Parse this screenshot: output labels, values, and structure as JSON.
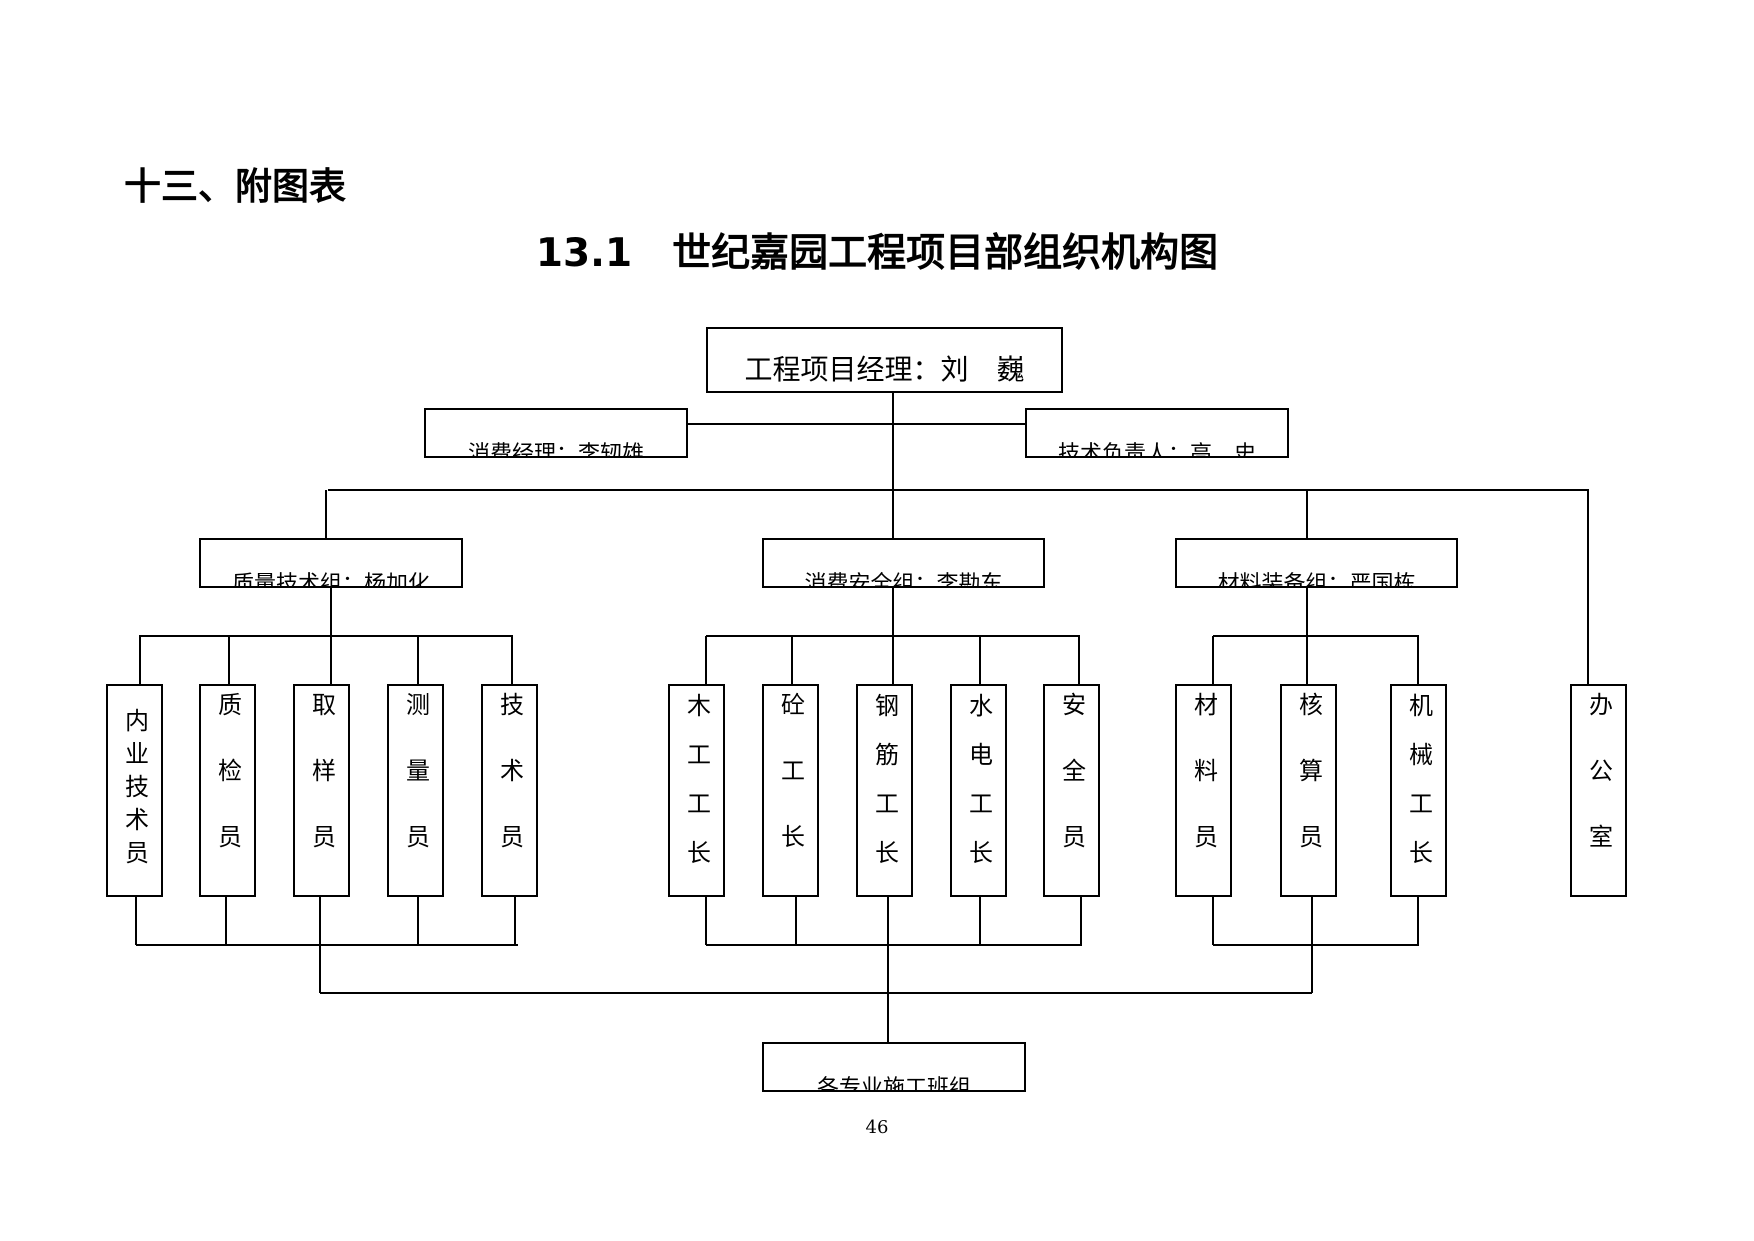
{
  "section_heading": "十三、附图表",
  "chart_title": {
    "number": "13.1",
    "text": "世纪嘉园工程项目部组织机构图"
  },
  "org": {
    "top": "工程项目经理：刘　巍",
    "deputy_left": "消费经理：李轫雄",
    "deputy_right": "技术负责人：高　史",
    "groups": [
      "质量技术组：杨加化",
      "消费安全组：李勘东",
      "材料装备组：严国栋"
    ],
    "quality_staff": [
      "内业技术员",
      "质检员",
      "取样员",
      "测量员",
      "技术员"
    ],
    "safety_staff": [
      "木工工长",
      "砼工长",
      "钢筋工长",
      "水电工长",
      "安全员"
    ],
    "material_staff": [
      "材料员",
      "核算员",
      "机械工长"
    ],
    "office": "办公室",
    "bottom": "各专业施工班组"
  },
  "page_number": "46"
}
